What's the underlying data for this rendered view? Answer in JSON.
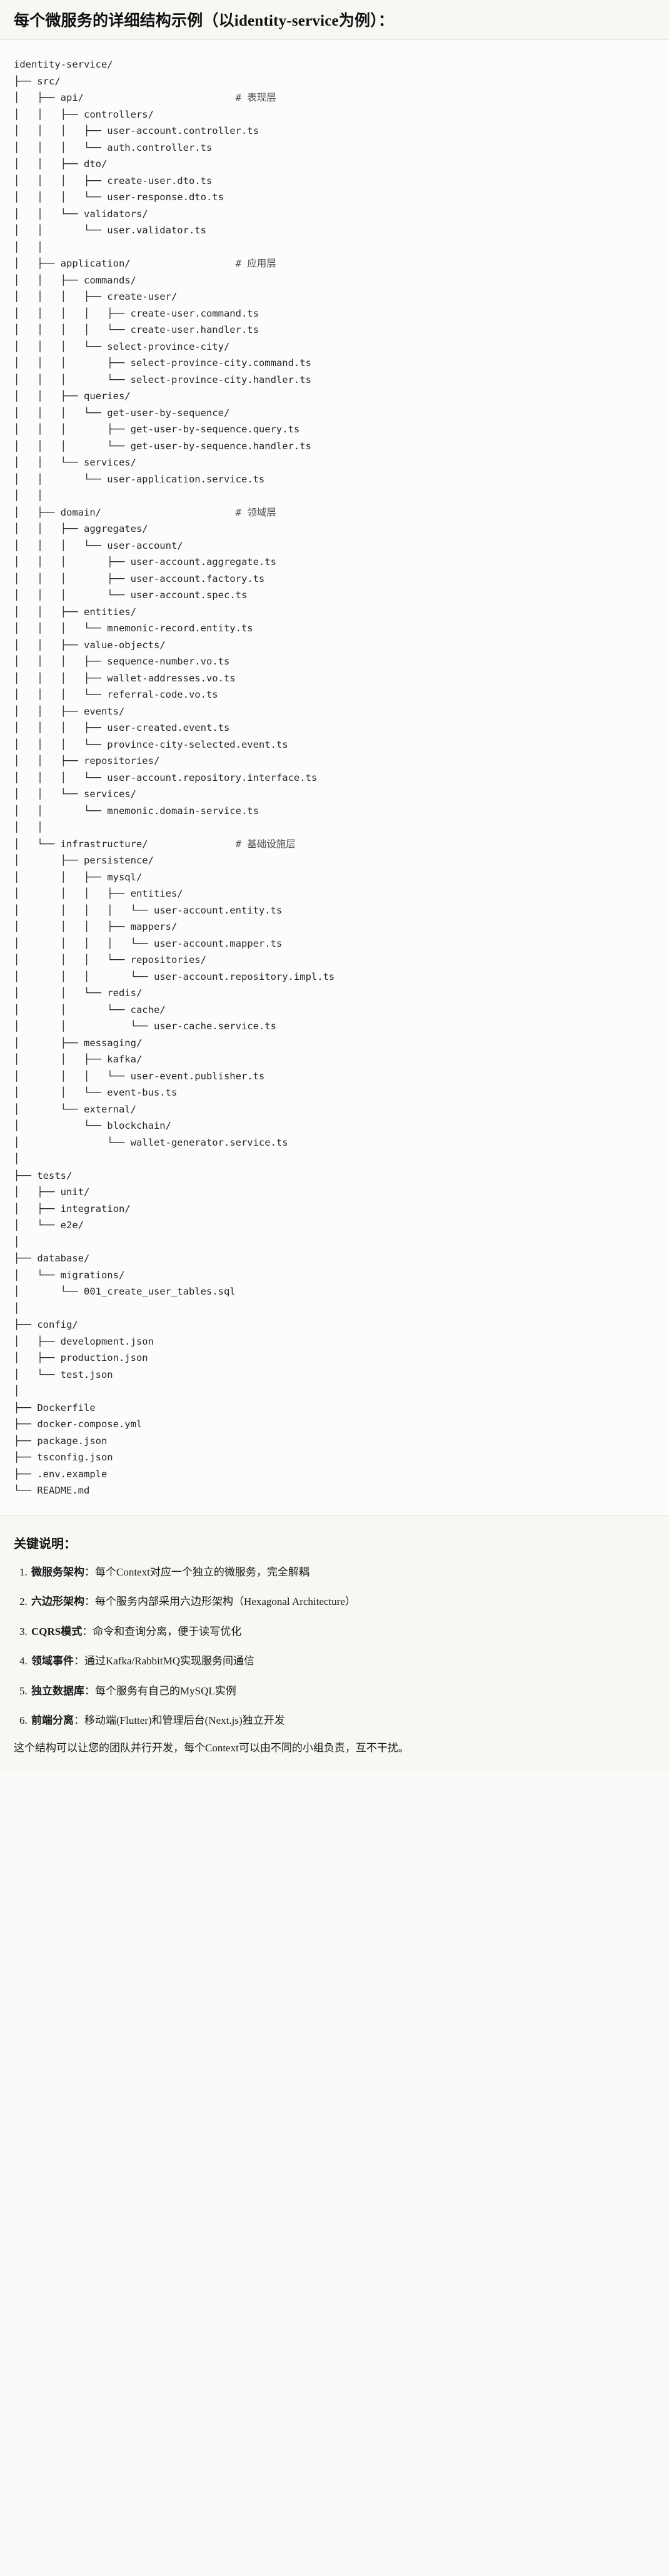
{
  "header": {
    "title": "每个微服务的详细结构示例（以identity-service为例）："
  },
  "tree": {
    "root_label": "identity-service/",
    "text": "identity-service/\n├── src/\n│   ├── api/                          # 表现层\n│   │   ├── controllers/\n│   │   │   ├── user-account.controller.ts\n│   │   │   └── auth.controller.ts\n│   │   ├── dto/\n│   │   │   ├── create-user.dto.ts\n│   │   │   └── user-response.dto.ts\n│   │   └── validators/\n│   │       └── user.validator.ts\n│   │\n│   ├── application/                  # 应用层\n│   │   ├── commands/\n│   │   │   ├── create-user/\n│   │   │   │   ├── create-user.command.ts\n│   │   │   │   └── create-user.handler.ts\n│   │   │   └── select-province-city/\n│   │   │       ├── select-province-city.command.ts\n│   │   │       └── select-province-city.handler.ts\n│   │   ├── queries/\n│   │   │   └── get-user-by-sequence/\n│   │   │       ├── get-user-by-sequence.query.ts\n│   │   │       └── get-user-by-sequence.handler.ts\n│   │   └── services/\n│   │       └── user-application.service.ts\n│   │\n│   ├── domain/                       # 领域层\n│   │   ├── aggregates/\n│   │   │   └── user-account/\n│   │   │       ├── user-account.aggregate.ts\n│   │   │       ├── user-account.factory.ts\n│   │   │       └── user-account.spec.ts\n│   │   ├── entities/\n│   │   │   └── mnemonic-record.entity.ts\n│   │   ├── value-objects/\n│   │   │   ├── sequence-number.vo.ts\n│   │   │   ├── wallet-addresses.vo.ts\n│   │   │   └── referral-code.vo.ts\n│   │   ├── events/\n│   │   │   ├── user-created.event.ts\n│   │   │   └── province-city-selected.event.ts\n│   │   ├── repositories/\n│   │   │   └── user-account.repository.interface.ts\n│   │   └── services/\n│   │       └── mnemonic.domain-service.ts\n│   │\n│   └── infrastructure/               # 基础设施层\n│       ├── persistence/\n│       │   ├── mysql/\n│       │   │   ├── entities/\n│       │   │   │   └── user-account.entity.ts\n│       │   │   ├── mappers/\n│       │   │   │   └── user-account.mapper.ts\n│       │   │   └── repositories/\n│       │   │       └── user-account.repository.impl.ts\n│       │   └── redis/\n│       │       └── cache/\n│       │           └── user-cache.service.ts\n│       ├── messaging/\n│       │   ├── kafka/\n│       │   │   └── user-event.publisher.ts\n│       │   └── event-bus.ts\n│       └── external/\n│           └── blockchain/\n│               └── wallet-generator.service.ts\n│\n├── tests/\n│   ├── unit/\n│   ├── integration/\n│   └── e2e/\n│\n├── database/\n│   └── migrations/\n│       └── 001_create_user_tables.sql\n│\n├── config/\n│   ├── development.json\n│   ├── production.json\n│   └── test.json\n│\n├── Dockerfile\n├── docker-compose.yml\n├── package.json\n├── tsconfig.json\n├── .env.example\n└── README.md",
    "layer_comments": [
      "# 表现层",
      "# 应用层",
      "# 领域层",
      "# 基础设施层"
    ],
    "root_entries": [
      "src/",
      "tests/",
      "database/",
      "config/",
      "Dockerfile",
      "docker-compose.yml",
      "package.json",
      "tsconfig.json",
      ".env.example",
      "README.md"
    ]
  },
  "notes": {
    "title": "关键说明：",
    "items": [
      {
        "term": "微服务架构",
        "sep": "：",
        "desc": "每个Context对应一个独立的微服务，完全解耦"
      },
      {
        "term": "六边形架构",
        "sep": "：",
        "desc": "每个服务内部采用六边形架构（Hexagonal Architecture）"
      },
      {
        "term": "CQRS模式",
        "sep": "：",
        "desc": "命令和查询分离，便于读写优化"
      },
      {
        "term": "领域事件",
        "sep": "：",
        "desc": "通过Kafka/RabbitMQ实现服务间通信"
      },
      {
        "term": "独立数据库",
        "sep": "：",
        "desc": "每个服务有自己的MySQL实例"
      },
      {
        "term": "前端分离",
        "sep": "：",
        "desc": "移动端(Flutter)和管理后台(Next.js)独立开发"
      }
    ],
    "closing": "这个结构可以让您的团队并行开发，每个Context可以由不同的小组负责，互不干扰。"
  }
}
